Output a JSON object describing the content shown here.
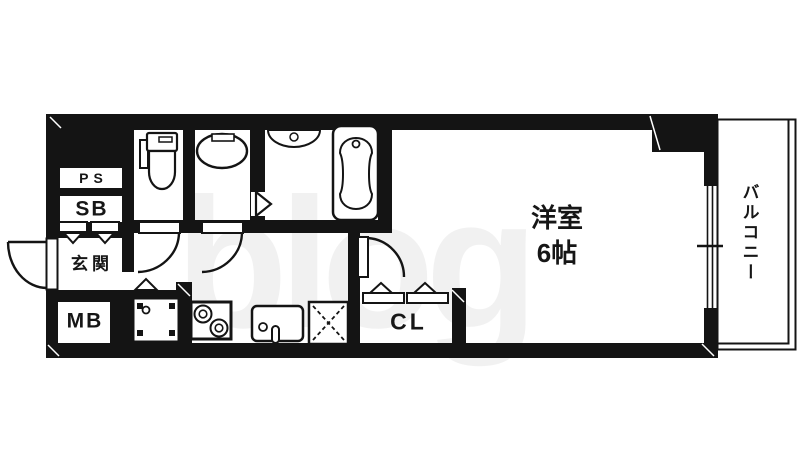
{
  "labels": {
    "ps": "PS",
    "sb": "SB",
    "entrance": "玄関",
    "mb": "MB",
    "closet": "CL",
    "room_name": "洋室",
    "room_size": "6帖",
    "balcony": "バルコニー"
  },
  "watermark": "blog",
  "colors": {
    "wall": "#141414",
    "background": "#ffffff",
    "watermark_tint": "#ebebeb"
  },
  "fixtures": [
    "toilet-icon",
    "washbasin-icon",
    "bathroom-sink-icon",
    "bathtub-icon",
    "gas-stove-icon",
    "kitchen-sink-icon",
    "refrigerator-space-icon",
    "washing-machine-icon",
    "front-door-arc",
    "room-door-arc",
    "closet-folding-doors",
    "shoe-box-folding-doors",
    "sliding-window"
  ]
}
